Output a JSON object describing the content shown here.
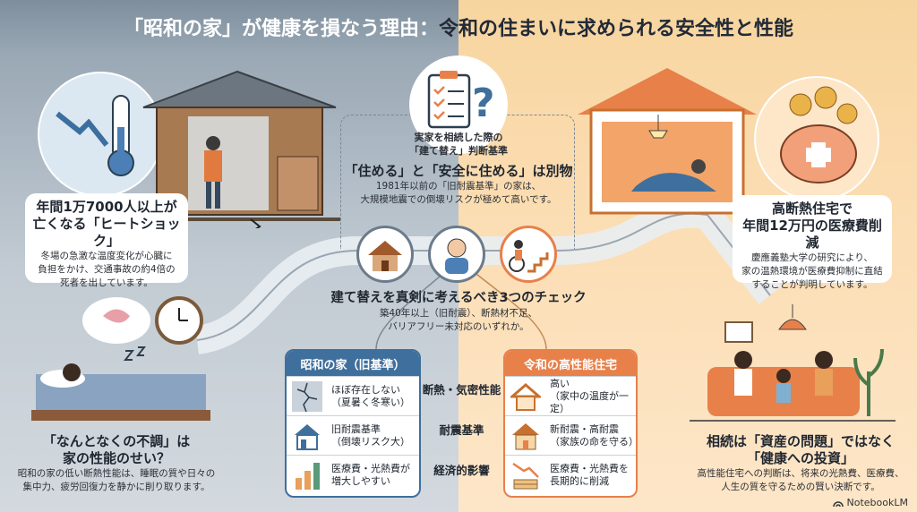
{
  "title": {
    "left": "「昭和の家」が健康を損なう理由：",
    "right": "令和の住まいに求められる安全性と性能"
  },
  "heat_shock": {
    "heading_1": "年間1万7000人以上が",
    "heading_2": "亡くなる「ヒートショック」",
    "body_1": "冬場の急激な温度変化が心臓に",
    "body_2": "負担をかけ、交通事故の約4倍の",
    "body_3": "死者を出しています。"
  },
  "center_top": {
    "caption_1": "実家を相続した際の",
    "caption_2": "「建て替え」判断基準",
    "heading": "「住める」と「安全に住める」は別物",
    "body_1": "1981年以前の「旧耐震基準」の家は、",
    "body_2": "大規模地震での倒壊リスクが極めて高いです。"
  },
  "medical": {
    "heading_1": "高断熱住宅で",
    "heading_2": "年間12万円の医療費削減",
    "body_1": "慶應義塾大学の研究により、",
    "body_2": "家の温熱環境が医療費抑制に直結",
    "body_3": "することが判明しています。"
  },
  "checks": {
    "heading": "建て替えを真剣に考えるべき3つのチェック",
    "body_1": "築40年以上（旧耐震）、断熱材不足、",
    "body_2": "バリアフリー未対応のいずれか。"
  },
  "fatigue": {
    "heading_1": "「なんとなくの不調」は",
    "heading_2": "家の性能のせい？",
    "body_1": "昭和の家の低い断熱性能は、睡眠の質や日々の",
    "body_2": "集中力、疲労回復力を静かに削り取ります。"
  },
  "investment": {
    "heading_1": "相続は「資産の問題」ではなく",
    "heading_2": "「健康への投資」",
    "body_1": "高性能住宅への判断は、将来の光熱費、医療費、",
    "body_2": "人生の質を守るための賢い決断です。"
  },
  "comparison": {
    "old_header": "昭和の家（旧基準）",
    "new_header": "令和の高性能住宅",
    "rows": [
      {
        "label": "断熱・気密性能",
        "old_1": "ほぼ存在しない",
        "old_2": "（夏暑く冬寒い）",
        "new_1": "高い",
        "new_2": "（家中の温度が一定）"
      },
      {
        "label": "耐震基準",
        "old_1": "旧耐震基準",
        "old_2": "（倒壊リスク大）",
        "new_1": "新耐震・高耐震",
        "new_2": "（家族の命を守る）"
      },
      {
        "label": "経済的影響",
        "old_1": "医療費・光熱費が",
        "old_2": "増大しやすい",
        "new_1": "医療費・光熱費を",
        "new_2": "長期的に削減"
      }
    ]
  },
  "branding": {
    "logo": "NotebookLM"
  },
  "colors": {
    "old_blue": "#3f6f9c",
    "new_orange": "#e8804a"
  }
}
